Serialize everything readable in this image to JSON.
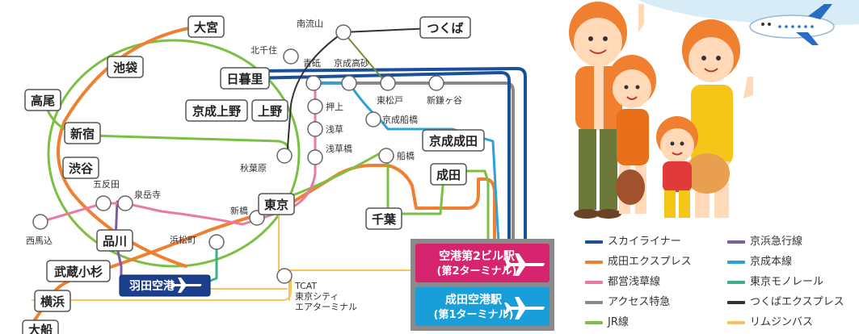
{
  "stations": {
    "omiya": "大宮",
    "ikebukuro": "池袋",
    "takao": "高尾",
    "shinjuku": "新宿",
    "shibuya": "渋谷",
    "gotanda": "五反田",
    "sengakuji": "泉岳寺",
    "nishimagome": "西馬込",
    "shinagawa": "品川",
    "musashikosugi": "武蔵小杉",
    "yokohama": "横浜",
    "ofuna": "大船",
    "nippori": "日暮里",
    "keisei_ueno": "京成上野",
    "ueno": "上野",
    "kitasenju": "北千住",
    "minaminagareyama": "南流山",
    "tsukuba": "つくば",
    "aoto": "青砥",
    "keisei_takasago": "京成高砂",
    "higashimatsudo": "東松戸",
    "shinkamagaya": "新鎌ヶ谷",
    "oshiage": "押上",
    "asakusa": "浅草",
    "asakusabashi": "浅草橋",
    "keisei_funabashi": "京成船橋",
    "keisei_narita": "京成成田",
    "funabashi": "船橋",
    "narita": "成田",
    "chiba": "千葉",
    "akihabara": "秋葉原",
    "tokyo": "東京",
    "shimbashi": "新橋",
    "hamamatsucho": "浜松町",
    "haneda": "羽田空港",
    "tcat": "TCAT\n東京シティ\nエアターミナル",
    "narita_t2_line1": "空港第2ビル駅",
    "narita_t2_line2": "(第2ターミナル)",
    "narita_t1_line1": "成田空港駅",
    "narita_t1_line2": "(第1ターミナル)"
  },
  "legend": [
    {
      "label": "スカイライナー",
      "color": "#1a4f9c"
    },
    {
      "label": "京浜急行線",
      "color": "#7b5ea7"
    },
    {
      "label": "成田エクスプレス",
      "color": "#f08030"
    },
    {
      "label": "京成本線",
      "color": "#2aa4d8"
    },
    {
      "label": "都営浅草線",
      "color": "#e87aa8"
    },
    {
      "label": "東京モノレール",
      "color": "#3db08a"
    },
    {
      "label": "アクセス特急",
      "color": "#888888"
    },
    {
      "label": "つくばエクスプレス",
      "color": "#333333"
    },
    {
      "label": "JR線",
      "color": "#7ac143"
    },
    {
      "label": "リムジンバス",
      "color": "#f7c45e"
    }
  ],
  "colors": {
    "skyliner": "#1a4f9c",
    "narita_express": "#f08030",
    "asakusa_line": "#e87aa8",
    "access_express": "#888888",
    "jr": "#7ac143",
    "keikyu": "#7b5ea7",
    "keisei": "#2aa4d8",
    "monorail": "#3db08a",
    "tsukuba_express": "#333333",
    "limousine": "#f7c45e",
    "t2_box": "#d6246e",
    "t1_box": "#1a9ed9",
    "haneda_box": "#1a3f8c"
  }
}
